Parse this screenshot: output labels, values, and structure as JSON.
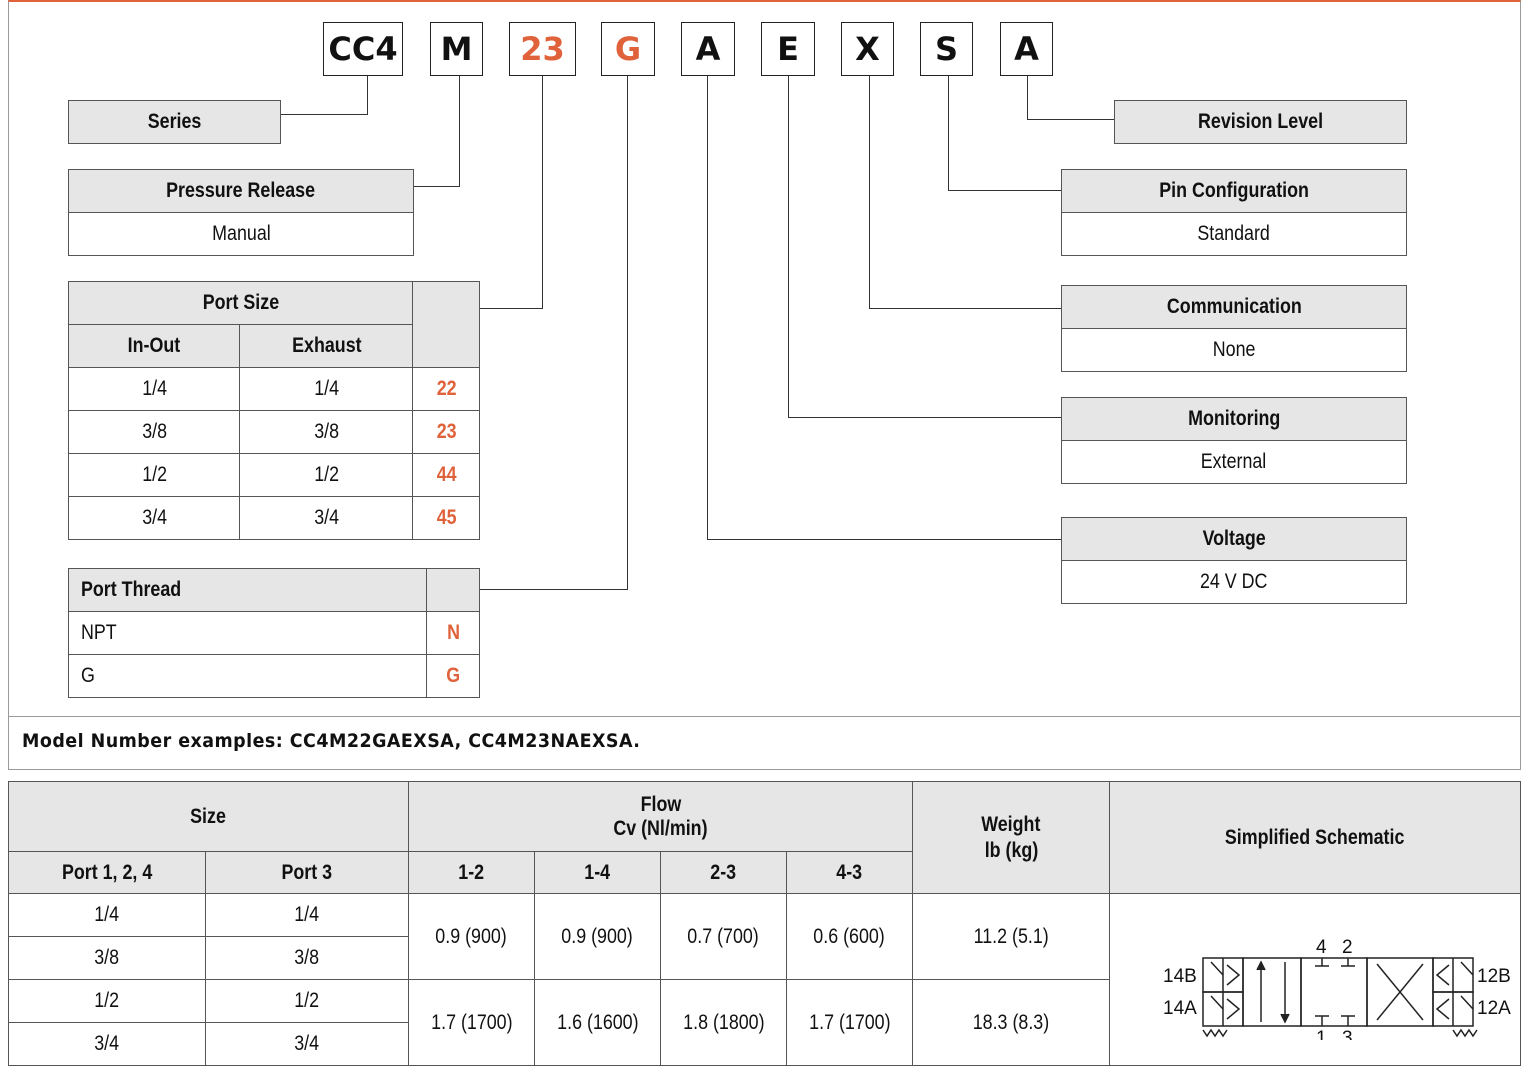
{
  "model_code": [
    "CC4",
    "M",
    "23",
    "G",
    "A",
    "E",
    "X",
    "S",
    "A"
  ],
  "accent_color": "#e0623b",
  "series": {
    "label": "Series"
  },
  "pressure_release": {
    "label": "Pressure Release",
    "value": "Manual"
  },
  "port_size": {
    "label": "Port Size",
    "col_in_out": "In-Out",
    "col_exhaust": "Exhaust",
    "rows": [
      {
        "in_out": "1/4",
        "exhaust": "1/4",
        "code": "22"
      },
      {
        "in_out": "3/8",
        "exhaust": "3/8",
        "code": "23"
      },
      {
        "in_out": "1/2",
        "exhaust": "1/2",
        "code": "44"
      },
      {
        "in_out": "3/4",
        "exhaust": "3/4",
        "code": "45"
      }
    ]
  },
  "port_thread": {
    "label": "Port Thread",
    "rows": [
      {
        "name": "NPT",
        "code": "N"
      },
      {
        "name": "G",
        "code": "G"
      }
    ]
  },
  "revision_level": {
    "label": "Revision Level"
  },
  "pin_configuration": {
    "label": "Pin Configuration",
    "value": "Standard"
  },
  "communication": {
    "label": "Communication",
    "value": "None"
  },
  "monitoring": {
    "label": "Monitoring",
    "value": "External"
  },
  "voltage": {
    "label": "Voltage",
    "value": "24 V DC"
  },
  "model_examples": "Model Number examples: CC4M22GAEXSA, CC4M23NAEXSA.",
  "spec_table": {
    "size": "Size",
    "flow": "Flow",
    "flow_unit": "Cv (Nl/min)",
    "weight": "Weight",
    "weight_unit": "lb (kg)",
    "schematic": "Simplified Schematic",
    "port124": "Port 1, 2, 4",
    "port3": "Port 3",
    "flow_cols": [
      "1-2",
      "1-4",
      "2-3",
      "4-3"
    ],
    "sizes": [
      {
        "p124": "1/4",
        "p3": "1/4"
      },
      {
        "p124": "3/8",
        "p3": "3/8"
      },
      {
        "p124": "1/2",
        "p3": "1/2"
      },
      {
        "p124": "3/4",
        "p3": "3/4"
      }
    ],
    "groups": [
      {
        "flows": [
          "0.9 (900)",
          "0.9 (900)",
          "0.7 (700)",
          "0.6 (600)"
        ],
        "weight": "11.2 (5.1)"
      },
      {
        "flows": [
          "1.7 (1700)",
          "1.6 (1600)",
          "1.8 (1800)",
          "1.7 (1700)"
        ],
        "weight": "18.3 (8.3)"
      }
    ],
    "schematic_labels": {
      "l14b": "14B",
      "l14a": "14A",
      "l12b": "12B",
      "l12a": "12A",
      "p4": "4",
      "p2": "2",
      "p1": "1",
      "p3": "3"
    }
  }
}
